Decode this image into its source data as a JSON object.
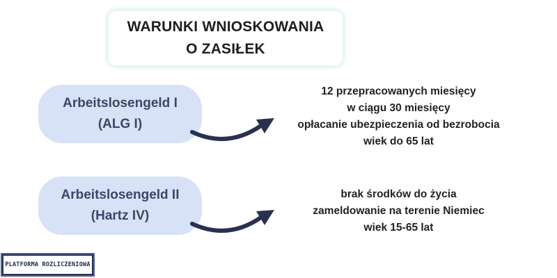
{
  "title": {
    "line1": "WARUNKI WNIOSKOWANIA",
    "line2": "O ZASIŁEK"
  },
  "rows": [
    {
      "name_line1": "Arbeitslosengeld I",
      "name_line2": "(ALG I)",
      "conditions": [
        "12 przepracowanych miesięcy",
        "w ciągu 30 miesięcy",
        "opłacanie ubezpieczenia od bezrobocia",
        "wiek do 65 lat"
      ]
    },
    {
      "name_line1": "Arbeitslosengeld II",
      "name_line2": "(Hartz IV)",
      "conditions": [
        "brak środków do życia",
        "zameldowanie na terenie Niemiec",
        "wiek 15-65 lat"
      ]
    }
  ],
  "logo": {
    "text": "PLATFORMA ROZLICZENIOWA"
  },
  "colors": {
    "pill_background": "#d8e2f7",
    "pill_text": "#3f4564",
    "arrow": "#2a3150"
  }
}
